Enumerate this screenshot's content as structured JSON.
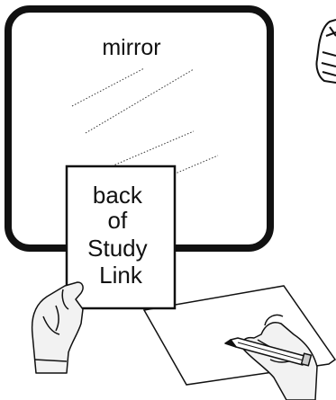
{
  "diagram": {
    "mirror_label": "mirror",
    "card_lines": [
      "back",
      "of",
      "Study",
      "Link"
    ],
    "icons": {
      "corner_icon": "hand-writing-icon",
      "left_hand": "hand-holding-card-icon",
      "right_hand": "hand-writing-pencil-icon"
    },
    "colors": {
      "outline": "#111111",
      "mirror_fill": "#ffffff",
      "hand_fill": "#f2f2f2"
    }
  }
}
